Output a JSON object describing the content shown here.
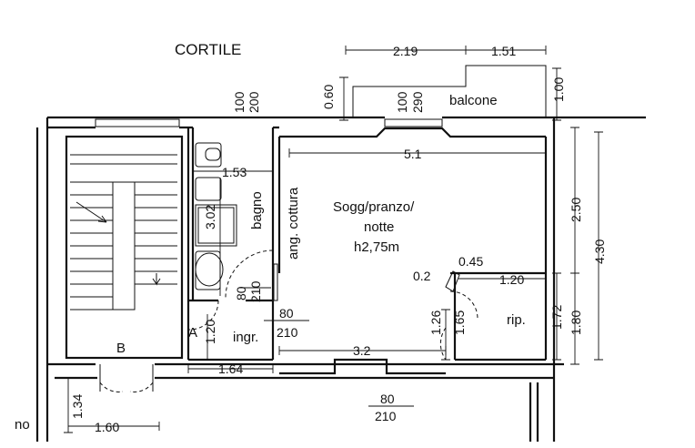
{
  "plan": {
    "courtyard": "CORTILE",
    "balcony": "balcone",
    "living_line1": "Sogg/pranzo/",
    "living_line2": "notte",
    "living_height": "h2,75m",
    "kitchen": "ang. cottura",
    "bathroom": "bagno",
    "storage": "rip.",
    "entrance": "ingr.",
    "stair_block": "B",
    "point_a": "A",
    "cut_text": "no"
  },
  "dimensions": {
    "top_2_19": "2.19",
    "top_1_51": "1.51",
    "v_1_00": "1.00",
    "v_0_60": "0.60",
    "v_100_a": "100",
    "v_200": "200",
    "v_100_b": "100",
    "v_290": "290",
    "h_5_1": "5.1",
    "h_1_53": "1.53",
    "v_3_02": "3.02",
    "door_80_a": "80",
    "door_210_a": "210",
    "door_80_b": "80",
    "door_210_b": "210",
    "door_80_c": "80",
    "door_210_c": "210",
    "v_1_20": "1.20",
    "h_1_64": "1.64",
    "h_3_2": "3.2",
    "v_1_26": "1.26",
    "v_1_65": "1.65",
    "h_0_45": "0.45",
    "h_0_2": "0.2",
    "h_1_20": "1.20",
    "v_1_72": "1.72",
    "v_2_50": "2.50",
    "v_4_30": "4.30",
    "v_1_80": "1.80",
    "v_1_34": "1.34",
    "h_1_60": "1.60"
  }
}
